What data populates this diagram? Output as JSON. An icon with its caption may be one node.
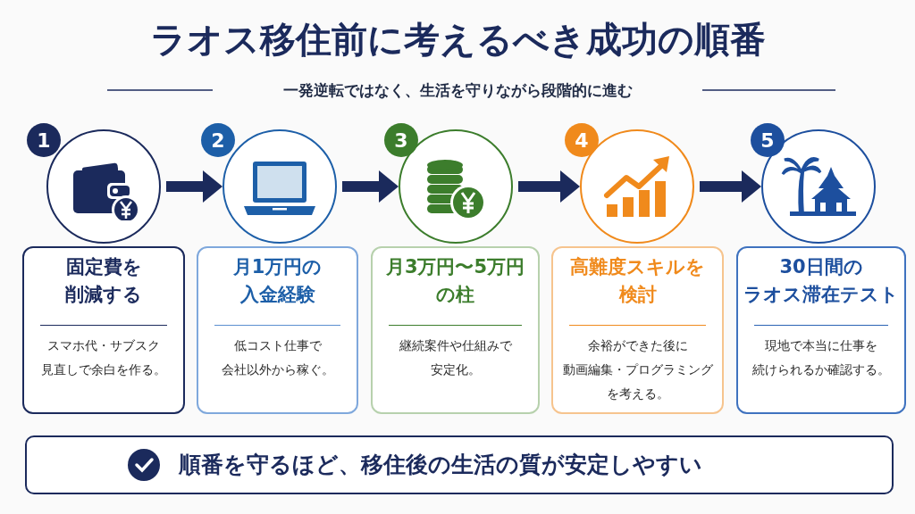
{
  "diagram": {
    "title": "ラオス移住前に考えるべき成功の順番",
    "nodes": [
      {
        "text": [
          "1"
        ]
      },
      {
        "text": [],
        "shape": "circle"
      },
      {
        "text": [
          "固定費を削減する",
          "スマホ代・サブスク見直しで余白を作る。"
        ]
      },
      {
        "text": [
          "2"
        ]
      },
      {
        "text": [],
        "shape": "circle"
      },
      {
        "text": [
          "月1万円の入金経験",
          "低コスト仕事で会社以外から稼ぐ。"
        ]
      },
      {
        "text": [
          "3"
        ]
      },
      {
        "text": [],
        "shape": "circle"
      },
      {
        "text": [
          "月3万円〜5万円の柱",
          "継続案件や仕組みで安定化。"
        ]
      },
      {
        "text": [
          "4"
        ]
      },
      {
        "text": [],
        "shape": "circle"
      },
      {
        "text": [
          "高難度スキルを検討",
          "余裕ができた後に動画編集・プログラミングを考える。"
        ]
      },
      {
        "text": [
          "5"
        ]
      },
      {
        "text": [],
        "shape": "circle"
      },
      {
        "text": [
          "30日間のラオス滞在テスト",
          "現地で本当に仕事を続けられるか確認する。"
        ]
      },
      {
        "text": [
          "順番を守るほど、移住後の生活の質が安定しやすい"
        ]
      }
    ],
    "edges": [
      {
        "from": 1,
        "to": 4,
        "arrow": "to"
      },
      {
        "from": 4,
        "to": 7,
        "arrow": "to"
      },
      {
        "from": 7,
        "to": 10,
        "arrow": "to"
      },
      {
        "from": 10,
        "to": 13,
        "arrow": "to"
      }
    ],
    "labels": [
      "一発逆転ではなく、生活を守りながら段階的に進む"
    ]
  }
}
